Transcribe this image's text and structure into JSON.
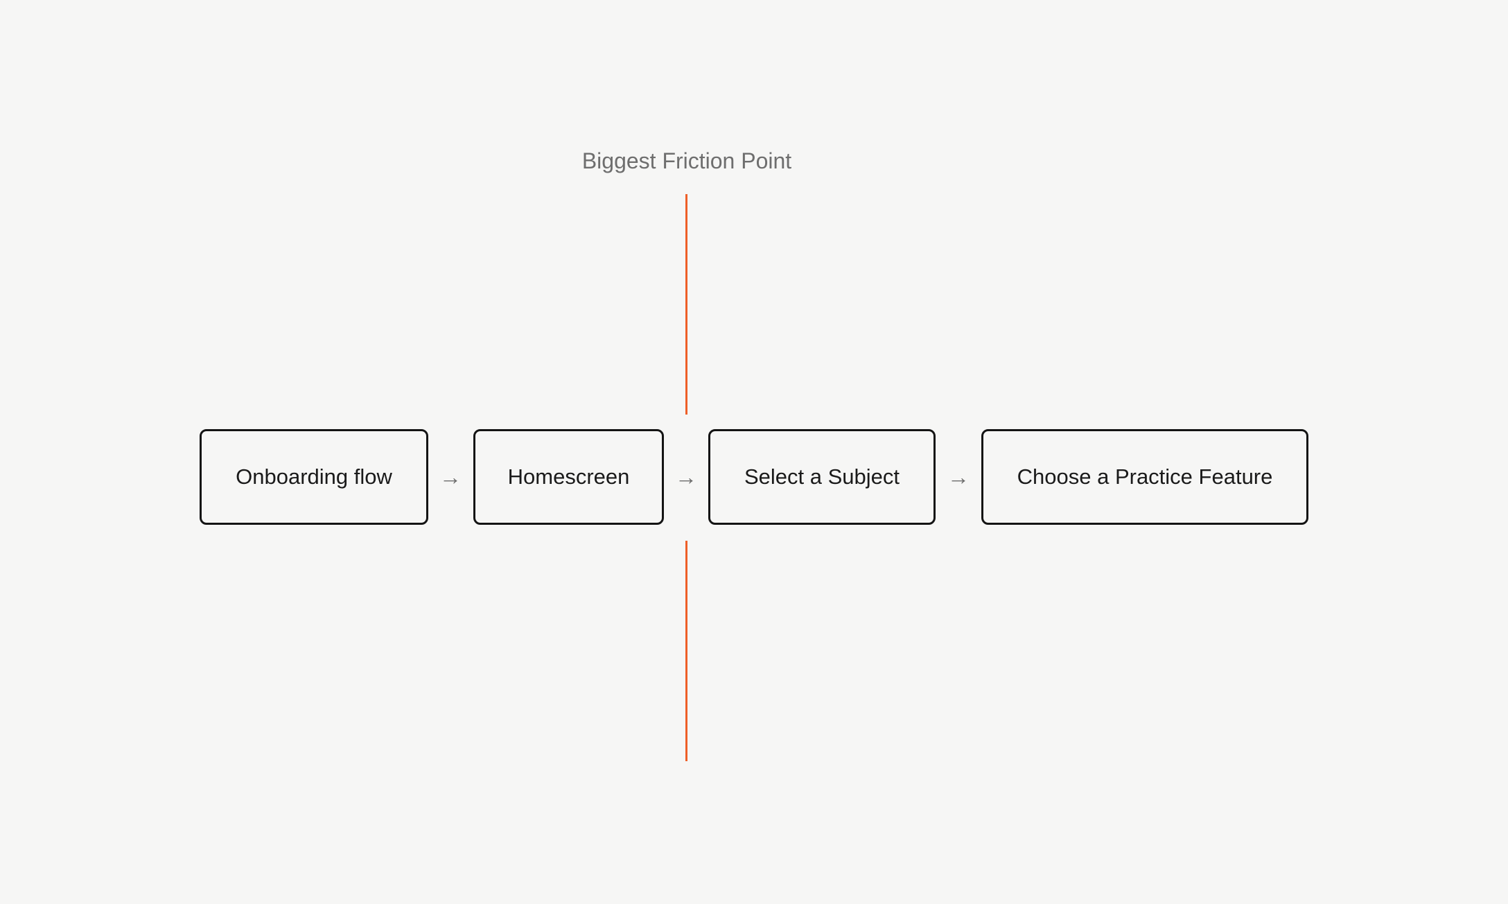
{
  "canvas": {
    "background_color": "#f6f6f5"
  },
  "annotation": {
    "label": "Biggest Friction Point",
    "text_color": "#6e6e6e",
    "line_color": "#ee5f28",
    "points_at_gap_between": [
      "Homescreen",
      "Select a Subject"
    ]
  },
  "flow": {
    "connector_glyph": "→",
    "arrow_color": "#6d6d6d",
    "node_border_color": "#141414",
    "node_text_color": "#1a1a1a",
    "nodes": [
      {
        "label": "Onboarding flow"
      },
      {
        "label": "Homescreen"
      },
      {
        "label": "Select a Subject"
      },
      {
        "label": "Choose a Practice Feature"
      }
    ]
  }
}
